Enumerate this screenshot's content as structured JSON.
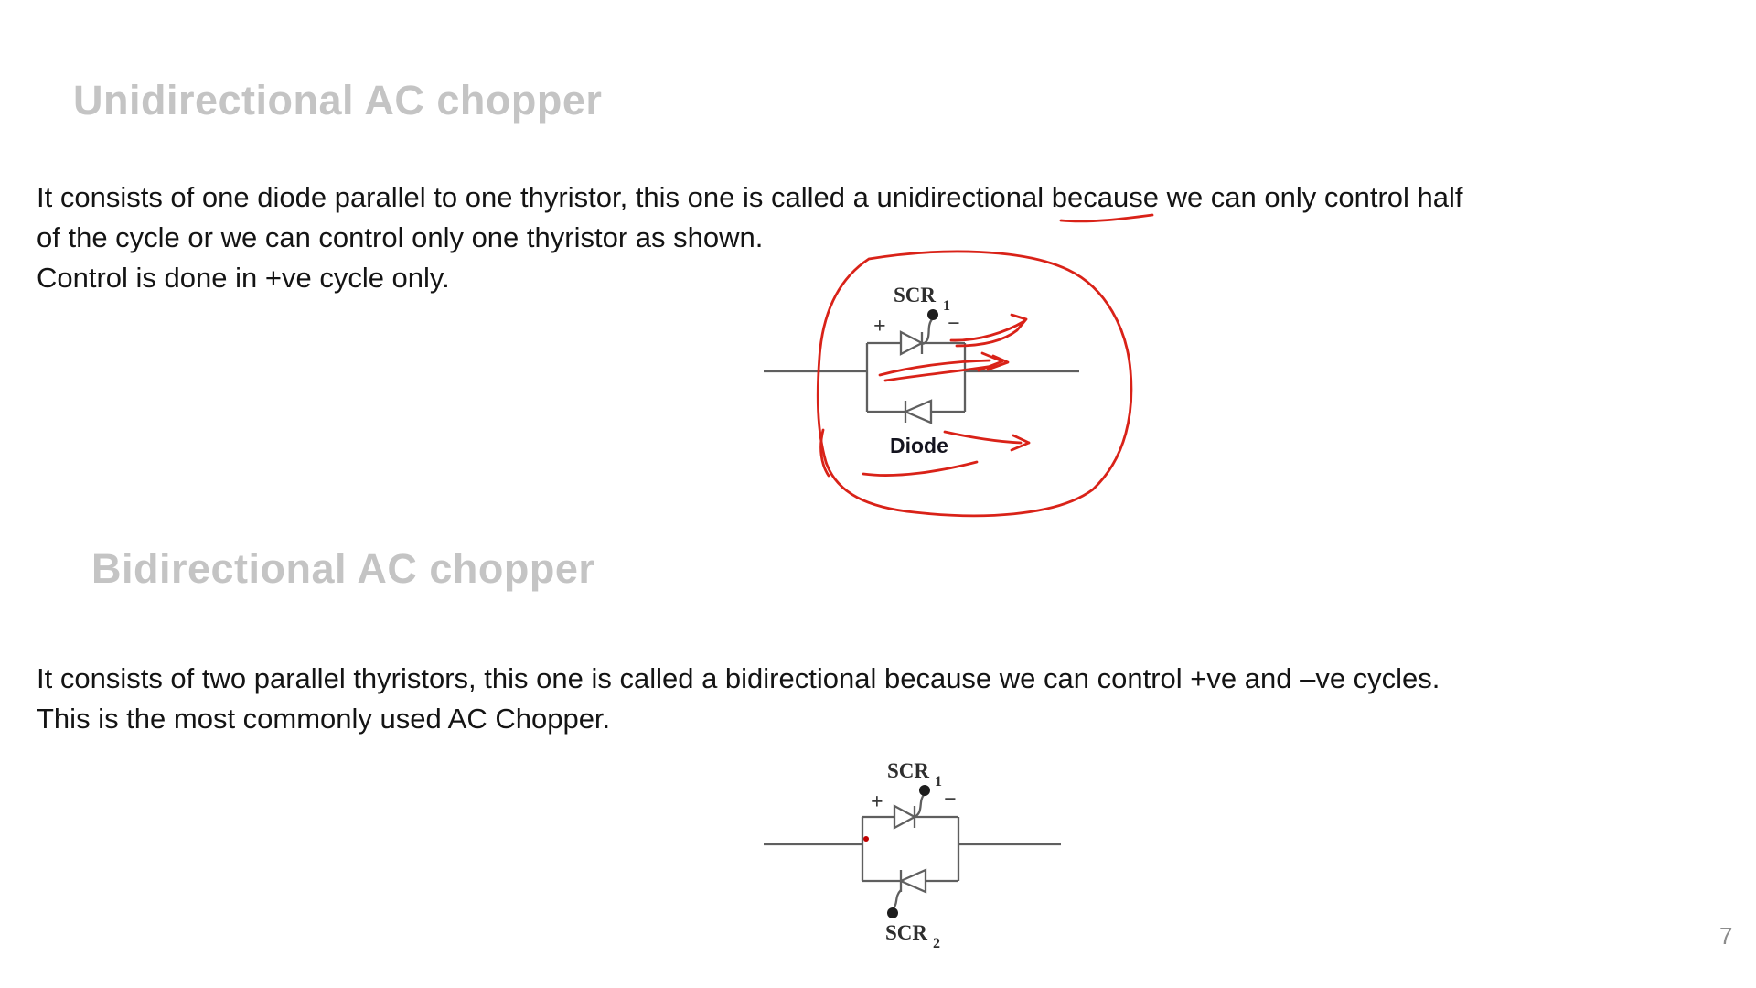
{
  "slide": {
    "page_number": "7",
    "background_color": "#ffffff",
    "heading_color": "#c4c4c4",
    "body_text_color": "#141414",
    "annotation_red": "#d92218",
    "circuit_stroke_color": "#5f5f5f"
  },
  "section1": {
    "heading": "Unidirectional AC chopper",
    "line1": "It consists of one diode parallel to one thyristor, this one is called a unidirectional because we can only control half",
    "line2": "of the cycle or we can control only one thyristor as shown.",
    "line3": "Control is done in +ve cycle only."
  },
  "section2": {
    "heading": "Bidirectional AC chopper",
    "line1": "It consists of two parallel thyristors, this one is called a bidirectional because we can control +ve and –ve cycles.",
    "line2": "This is the most commonly used AC Chopper."
  },
  "circuit1": {
    "scr_label": "SCR",
    "scr_sub": "1",
    "plus": "+",
    "minus": "−",
    "diode_label": "Diode"
  },
  "circuit2": {
    "scr1_label": "SCR",
    "scr1_sub": "1",
    "scr2_label": "SCR",
    "scr2_sub": "2",
    "plus": "+",
    "minus": "−"
  }
}
